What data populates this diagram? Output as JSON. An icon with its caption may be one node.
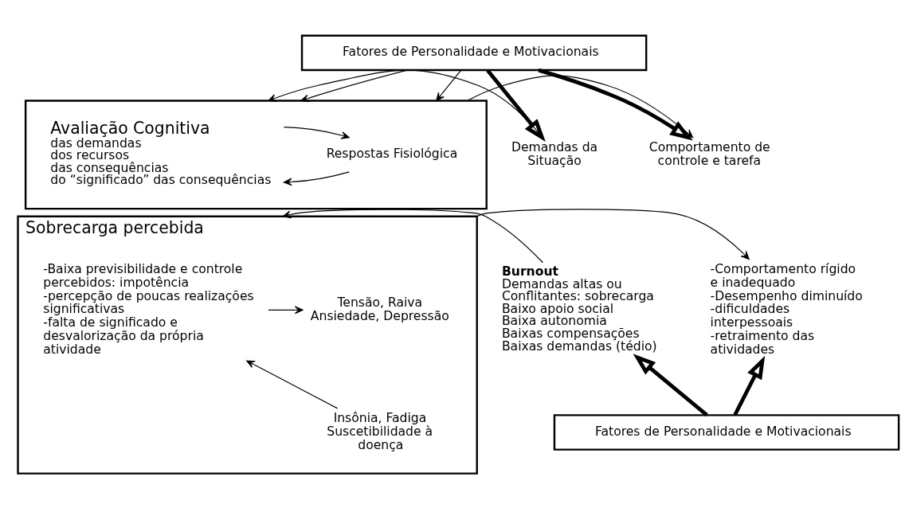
{
  "diagram": {
    "nodes": [
      {
        "text": [
          "Fatores de Personalidade e Motivacionais"
        ]
      },
      {
        "text": [],
        "shape": "box"
      },
      {
        "text": [
          "Avaliação Cognitiva",
          "das demandas",
          "dos recursos",
          "das consequências",
          "do “significado” das consequências"
        ],
        "in": 1
      },
      {
        "text": [
          "Respostas Fisiológica"
        ],
        "in": 1
      },
      {
        "text": [
          "Demandas da Situação"
        ]
      },
      {
        "text": [
          "Comportamento de controle e tarefa"
        ]
      },
      {
        "text": [
          "Sobrecarga percebida"
        ]
      },
      {
        "text": [
          "-Baixa previsibilidade e controle percebidos: impotência",
          "-percepção de poucas realizações significativas",
          "-falta de significado e desvalorização da própria atividade"
        ],
        "in": 6
      },
      {
        "text": [
          "Tensão, Raiva Ansiedade, Depressão"
        ],
        "in": 6
      },
      {
        "text": [
          "Insônia, Fadiga Suscetibilidade à doença"
        ],
        "in": 6
      },
      {
        "text": [
          "Burnout",
          "Demandas altas ou Conflitantes: sobrecarga",
          "Baixo apoio social",
          "Baixa autonomia",
          "Baixas compensações",
          "Baixas demandas (tédio)"
        ]
      },
      {
        "text": [
          "-Comportamento rígido e inadequado",
          "-Desempenho diminuído",
          "-dificuldades interpessoais",
          "-retraimento das atividades"
        ]
      },
      {
        "text": [
          "Fatores de Personalidade e Motivacionais"
        ]
      }
    ],
    "edges": [
      {
        "from": 0,
        "to": 1,
        "arrow": "to"
      },
      {
        "from": 0,
        "to": 1,
        "arrow": "to"
      },
      {
        "from": 0,
        "to": 4,
        "arrow": "to",
        "style": "thick"
      },
      {
        "from": 0,
        "to": 5,
        "arrow": "to",
        "style": "thick"
      },
      {
        "from": 4,
        "to": 1,
        "arrow": "to"
      },
      {
        "from": 3,
        "to": 2,
        "arrow": "to"
      },
      {
        "from": 2,
        "to": 3,
        "arrow": "to"
      },
      {
        "from": 1,
        "to": 5,
        "arrow": "to"
      },
      {
        "from": 10,
        "to": 6,
        "arrow": "to"
      },
      {
        "from": 7,
        "to": 8,
        "arrow": "to"
      },
      {
        "from": 9,
        "to": 7,
        "arrow": "to"
      },
      {
        "from": 6,
        "to": 11,
        "arrow": "to"
      },
      {
        "from": 12,
        "to": 10,
        "arrow": "to",
        "style": "thick"
      },
      {
        "from": 12,
        "to": 11,
        "arrow": "to",
        "style": "thick"
      }
    ]
  }
}
